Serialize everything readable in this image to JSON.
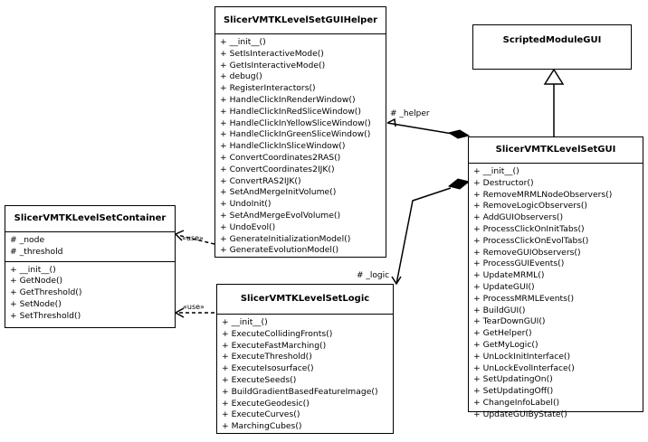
{
  "classes": {
    "helper": {
      "name": "SlicerVMTKLevelSetGUIHelper",
      "ops": [
        "+ __init__()",
        "+ SetIsInteractiveMode()",
        "+ GetIsInteractiveMode()",
        "+ debug()",
        "+ RegisterInteractors()",
        "+ HandleClickInRenderWindow()",
        "+ HandleClickInRedSliceWindow()",
        "+ HandleClickInYellowSliceWindow()",
        "+ HandleClickInGreenSliceWindow()",
        "+ HandleClickInSliceWindow()",
        "+ ConvertCoordinates2RAS()",
        "+ ConvertCoordinates2IJK()",
        "+ ConvertRAS2IJK()",
        "+ SetAndMergeInitVolume()",
        "+ UndoInit()",
        "+ SetAndMergeEvolVolume()",
        "+ UndoEvol()",
        "+ GenerateInitializationModel()",
        "+ GenerateEvolutionModel()"
      ]
    },
    "scripted": {
      "name": "ScriptedModuleGUI"
    },
    "gui": {
      "name": "SlicerVMTKLevelSetGUI",
      "ops": [
        "+ __init__()",
        "+ Destructor()",
        "+ RemoveMRMLNodeObservers()",
        "+ RemoveLogicObservers()",
        "+ AddGUIObservers()",
        "+ ProcessClickOnInitTabs()",
        "+ ProcessClickOnEvolTabs()",
        "+ RemoveGUIObservers()",
        "+ ProcessGUIEvents()",
        "+ UpdateMRML()",
        "+ UpdateGUI()",
        "+ ProcessMRMLEvents()",
        "+ BuildGUI()",
        "+ TearDownGUI()",
        "+ GetHelper()",
        "+ GetMyLogic()",
        "+ UnLockInitInterface()",
        "+ UnLockEvolInterface()",
        "+ SetUpdatingOn()",
        "+ SetUpdatingOff()",
        "+ ChangeInfoLabel()",
        "+ UpdateGUIByState()"
      ]
    },
    "container": {
      "name": "SlicerVMTKLevelSetContainer",
      "attrs": [
        "# _node",
        "# _threshold"
      ],
      "ops": [
        "+ __init__()",
        "+ GetNode()",
        "+ GetThreshold()",
        "+ SetNode()",
        "+ SetThreshold()"
      ]
    },
    "logic": {
      "name": "SlicerVMTKLevelSetLogic",
      "ops": [
        "+ __init__()",
        "+ ExecuteCollidingFronts()",
        "+ ExecuteFastMarching()",
        "+ ExecuteThreshold()",
        "+ ExecuteIsosurface()",
        "+ ExecuteSeeds()",
        "+ BuildGradientBasedFeatureImage()",
        "+ ExecuteGeodesic()",
        "+ ExecuteCurves()",
        "+ MarchingCubes()"
      ]
    }
  },
  "labels": {
    "helper_role": "# _helper",
    "logic_role": "# _logic",
    "use_container": "«use»",
    "use_logic": "«use»"
  }
}
